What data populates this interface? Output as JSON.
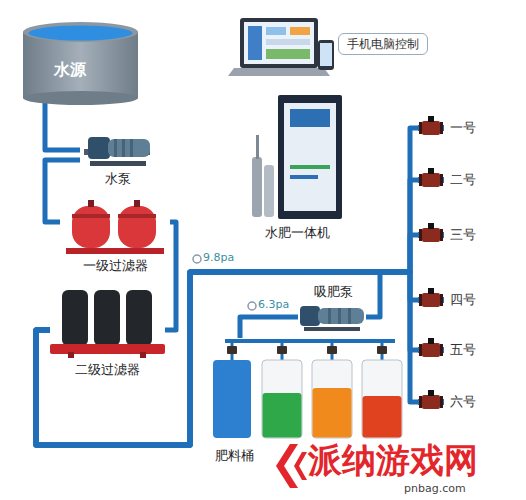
{
  "diagram": {
    "nodes": [
      {
        "text": [
          "水源"
        ]
      },
      {
        "text": [
          "水泵"
        ]
      },
      {
        "text": [
          "一级过滤器"
        ]
      },
      {
        "text": [
          "二级过滤器"
        ]
      },
      {
        "text": [
          "手机电脑控制"
        ]
      },
      {
        "text": [
          "水肥一体机"
        ]
      },
      {
        "text": [
          "吸肥泵"
        ]
      },
      {
        "text": [
          "肥料桶"
        ]
      },
      {
        "text": [
          "一号"
        ]
      },
      {
        "text": [
          "二号"
        ]
      },
      {
        "text": [
          "三号"
        ]
      },
      {
        "text": [
          "四号"
        ]
      },
      {
        "text": [
          "五号"
        ]
      },
      {
        "text": [
          "六号"
        ]
      }
    ],
    "edges": [
      {
        "from": 0,
        "to": 1,
        "arrow": "none"
      },
      {
        "from": 1,
        "to": 2,
        "arrow": "none"
      },
      {
        "from": 2,
        "to": 3,
        "arrow": "none"
      },
      {
        "from": 3,
        "to": 8,
        "arrow": "none"
      },
      {
        "from": 3,
        "to": 9,
        "arrow": "none"
      },
      {
        "from": 3,
        "to": 10,
        "arrow": "none"
      },
      {
        "from": 3,
        "to": 11,
        "arrow": "none"
      },
      {
        "from": 3,
        "to": 12,
        "arrow": "none"
      },
      {
        "from": 3,
        "to": 13,
        "arrow": "none"
      },
      {
        "from": 7,
        "to": 6,
        "arrow": "none"
      }
    ],
    "labels": [
      "9.8pa",
      "6.3pa",
      "派纳游戏网",
      "pnbag.com"
    ]
  }
}
